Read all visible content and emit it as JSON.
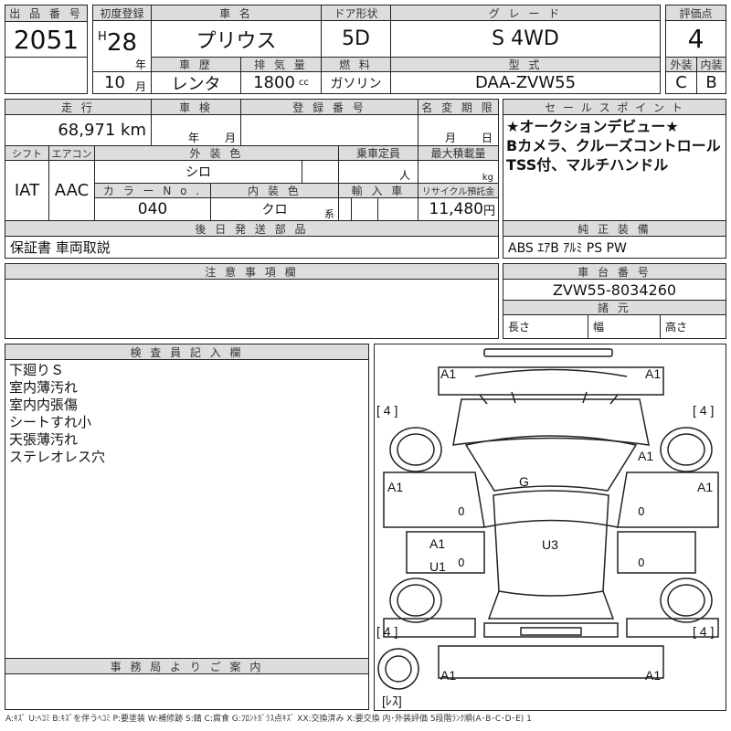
{
  "lot": {
    "label": "出 品 番 号",
    "value": "2051"
  },
  "first_reg": {
    "label": "初度登録",
    "era": "H",
    "year": "28",
    "year_unit": "年",
    "month": "10",
    "month_unit": "月"
  },
  "car_name": {
    "label": "車 名",
    "value": "プリウス"
  },
  "doors": {
    "label": "ドア形状",
    "value": "5D"
  },
  "grade": {
    "label": "グ レ ー ド",
    "value": "S 4WD"
  },
  "score": {
    "label": "評価点",
    "value": "4",
    "ext_label": "外装",
    "int_label": "内装",
    "ext": "C",
    "int": "B"
  },
  "history": {
    "label": "車 歴",
    "value": "レンタ"
  },
  "displacement": {
    "label": "排 気 量",
    "value": "1800",
    "unit": "cc"
  },
  "fuel": {
    "label": "燃 料",
    "value": "ガソリン"
  },
  "model": {
    "label": "型 式",
    "value": "DAA-ZVW55"
  },
  "mileage": {
    "label": "走 行",
    "value": "68,971 km"
  },
  "inspection": {
    "label": "車 検",
    "year_unit": "年",
    "month_unit": "月"
  },
  "reg_no": {
    "label": "登 録 番 号"
  },
  "name_change": {
    "label": "名 変 期 限",
    "month_unit": "月",
    "day_unit": "日"
  },
  "shift": {
    "label": "シフト",
    "value": "IAT"
  },
  "aircon": {
    "label": "エアコン",
    "value": "AAC"
  },
  "ext_color": {
    "label": "外 装 色",
    "value": "シロ"
  },
  "capacity": {
    "label": "乗車定員",
    "unit": "人"
  },
  "max_load": {
    "label": "最大積載量",
    "unit": "kg"
  },
  "color_no": {
    "label": "カ ラ ー N o .",
    "value": "040"
  },
  "int_color": {
    "label": "内 装 色",
    "value": "クロ",
    "unit": "系"
  },
  "import": {
    "label": "輸 入 車"
  },
  "recycle": {
    "label": "リサイクル預託金",
    "value": "11,480",
    "unit": "円"
  },
  "later_parts": {
    "label": "後 日 発 送 部 品",
    "value": "保証書 車両取説"
  },
  "sales_points": {
    "label": "セ ー ル ス ポ イ ン ト",
    "lines": [
      "★オークションデビュー★",
      "Bカメラ、クルーズコントロール",
      "TSS付、マルチハンドル"
    ]
  },
  "equipment": {
    "label": "純 正 装 備",
    "value": "ABS ｴｱB ｱﾙﾐ PS PW"
  },
  "notes": {
    "label": "注 意 事 項 欄"
  },
  "chassis": {
    "label": "車 台 番 号",
    "value": "ZVW55-8034260"
  },
  "specs": {
    "label": "諸 元",
    "length": "長さ",
    "width": "幅",
    "height": "高さ"
  },
  "inspector": {
    "label": "検 査 員 記 入 欄",
    "lines": [
      "下廻りＳ",
      "室内薄汚れ",
      "室内内張傷",
      "シートすれ小",
      "天張薄汚れ",
      "ステレオレス穴"
    ]
  },
  "office": {
    "label": "事 務 局 よ り ご 案 内"
  },
  "diagram": {
    "front_left": "A1",
    "front_right": "A1",
    "tire": "[ 4 ]",
    "right_fender": "A1",
    "left_front_door": "A1",
    "right_front_door": "A1",
    "windshield": "G",
    "roof": "U3",
    "left_rear_door_a": "A1",
    "left_rear_door_u": "U1",
    "rear_left": "A1",
    "rear_right": "A1",
    "spare": "[ﾚｽ]",
    "zero": "0"
  },
  "legend": "A:ｷｽﾞ U:ﾍｺﾐ B:ｷｽﾞを伴うﾍｺﾐ P:要塗装 W:補修跡 S:錆 C:腐食 G:ﾌﾛﾝﾄｶﾞﾗｽ点ｷｽﾞ XX:交換済み X:要交換 内･外装評価 5段階ﾗﾝｸ順(A･B･C･D･E) 1"
}
